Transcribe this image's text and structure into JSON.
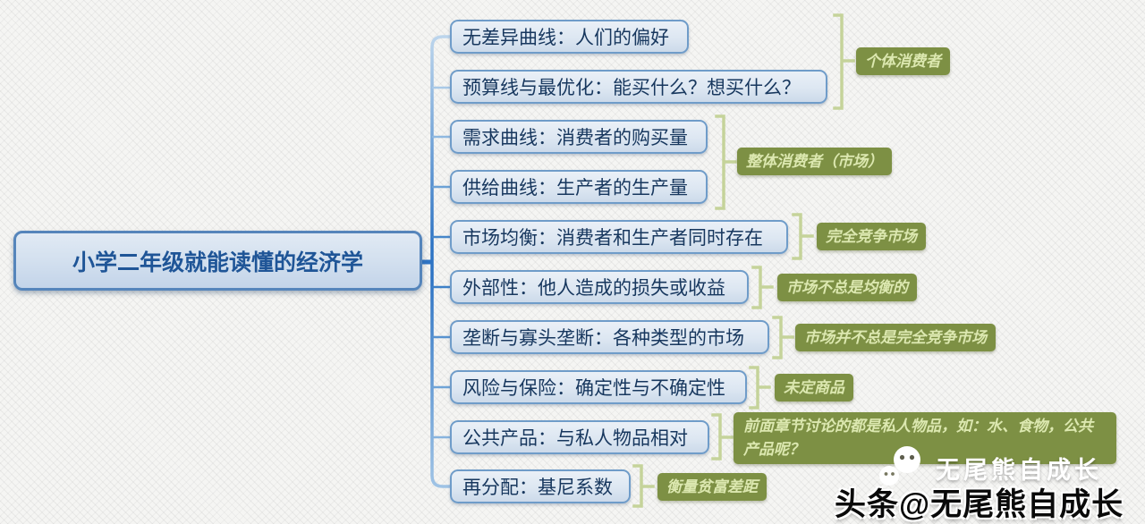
{
  "root": {
    "label": "小学二年级就能读懂的经济学"
  },
  "topics": [
    "无差异曲线：人们的偏好",
    "预算线与最优化：能买什么？想买什么？",
    "需求曲线：消费者的购买量",
    "供给曲线：生产者的生产量",
    "市场均衡：消费者和生产者同时存在",
    "外部性：他人造成的损失或收益",
    "垄断与寡头垄断：各种类型的市场",
    "风险与保险：确定性与不确定性",
    "公共产品：与私人物品相对",
    "再分配：基尼系数"
  ],
  "annotations": [
    "个体消费者",
    "整体消费者（市场）",
    "完全竞争市场",
    "市场不总是均衡的",
    "市场并不总是完全竞争市场",
    "未定商品",
    "前面章节讨论的都是私人物品，如：水、食物，公共产品呢？",
    "衡量贫富差距"
  ],
  "watermark": {
    "byline": "无尾熊自成长",
    "credit": "头条@无尾熊自成长"
  },
  "colors": {
    "topic_border": "#6f9cc9",
    "topic_text": "#17375e",
    "root_border": "#5585bb",
    "root_text": "#1f5597",
    "connector_blue": "#2e74c4",
    "bracket_green": "#c5d39a",
    "annotation_bg": "#7d9044",
    "annotation_text": "#dce8b0"
  }
}
